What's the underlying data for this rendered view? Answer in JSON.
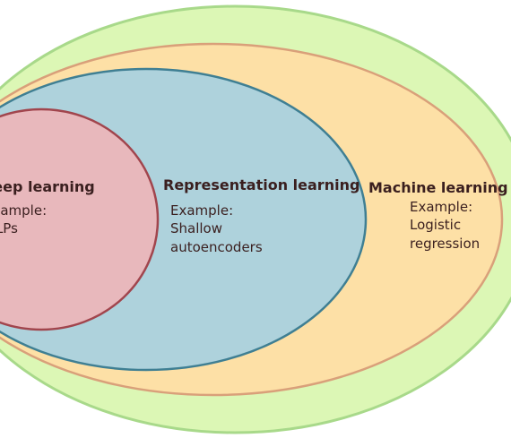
{
  "diagram": {
    "type": "nested-venn",
    "colors": {
      "ai_fill": "#dcf7b5",
      "ai_stroke": "#a8d98a",
      "ml_fill": "#fde0a6",
      "ml_stroke": "#d9a07a",
      "rl_fill": "#aed2dc",
      "rl_stroke": "#3f7f93",
      "dl_fill": "#e8b8bc",
      "dl_stroke": "#a1454d"
    },
    "sets": {
      "outer": {
        "title": "",
        "example_lines": []
      },
      "machine_learning": {
        "title": "Machine learning",
        "example_lines": [
          "Example:",
          "Logistic",
          "regression"
        ]
      },
      "representation_learning": {
        "title": "Representation learning",
        "example_lines": [
          "Example:",
          "Shallow",
          "autoencoders"
        ]
      },
      "deep_learning": {
        "title": "Deep learning",
        "example_lines": [
          "Example:",
          "MLPs"
        ]
      }
    }
  }
}
